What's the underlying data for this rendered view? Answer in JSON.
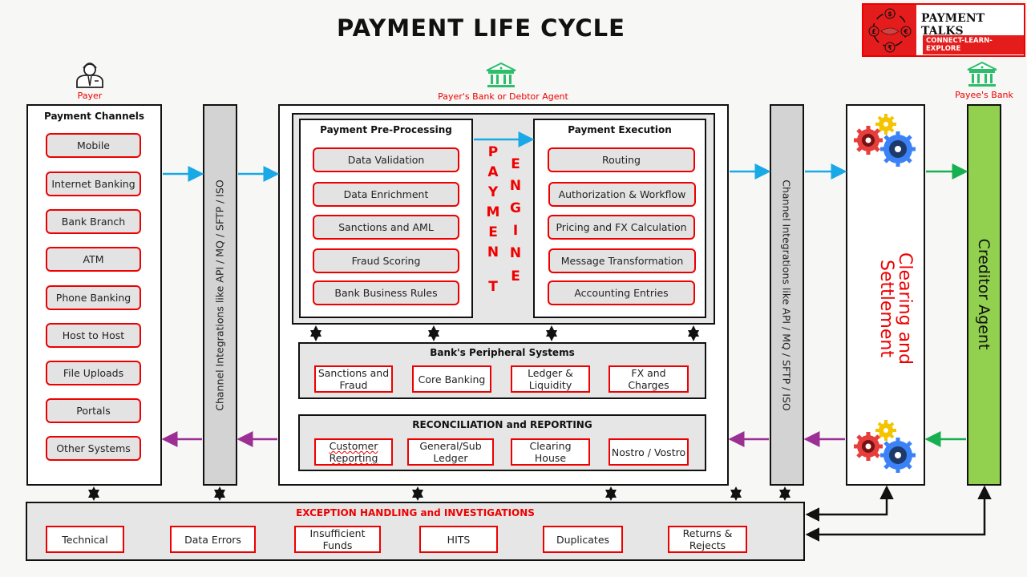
{
  "title": "PAYMENT LIFE CYCLE",
  "logo": {
    "name": "PAYMENT TALKS",
    "tagline": "CONNECT-LEARN-EXPLORE",
    "icon": "currency-cycle-handshake-icon"
  },
  "actors": {
    "payer": {
      "label": "Payer",
      "icon": "person-icon"
    },
    "payer_bank": {
      "label": "Payer's Bank or Debtor Agent",
      "icon": "bank-icon"
    },
    "payee_bank": {
      "label": "Payee's Bank",
      "icon": "bank-icon"
    }
  },
  "payment_channels": {
    "title": "Payment Channels",
    "items": [
      "Mobile",
      "Internet Banking",
      "Bank Branch",
      "ATM",
      "Phone Banking",
      "Host to Host",
      "File Uploads",
      "Portals",
      "Other Systems"
    ]
  },
  "channel_integration": {
    "left_label": "Channel Integrations like API / MQ / SFTP / ISO",
    "right_label": "Channel Integrations like API / MQ / SFTP / ISO"
  },
  "pre_processing": {
    "title": "Payment Pre-Processing",
    "items": [
      "Data Validation",
      "Data Enrichment",
      "Sanctions and AML",
      "Fraud Scoring",
      "Bank Business Rules"
    ]
  },
  "engine_label": {
    "word1": [
      "P",
      "A",
      "Y",
      "M",
      "E",
      "N",
      "T"
    ],
    "word2": [
      "E",
      "N",
      "G",
      "I",
      "N",
      "E"
    ]
  },
  "execution": {
    "title": "Payment Execution",
    "items": [
      "Routing",
      "Authorization & Workflow",
      "Pricing and FX Calculation",
      "Message Transformation",
      "Accounting Entries"
    ]
  },
  "peripheral": {
    "title": "Bank's Peripheral Systems",
    "items": [
      "Sanctions and Fraud",
      "Core Banking",
      "Ledger & Liquidity",
      "FX and Charges"
    ]
  },
  "reconciliation": {
    "title": "RECONCILIATION and REPORTING",
    "items": [
      "Customer Reporting",
      "General/Sub Ledger",
      "Clearing House",
      "Nostro / Vostro"
    ]
  },
  "clearing": {
    "label": "Clearing and Settlement",
    "icon": "gears-icon"
  },
  "creditor": {
    "label": "Creditor Agent"
  },
  "exceptions": {
    "title": "EXCEPTION HANDLING and INVESTIGATIONS",
    "items": [
      "Technical",
      "Data Errors",
      "Insufficient Funds",
      "HITS",
      "Duplicates",
      "Returns & Rejects"
    ]
  },
  "colors": {
    "accent_red": "#e00000",
    "flow_forward": "#19a9e6",
    "flow_return": "#9b2f94",
    "creditor_flow": "#16b050",
    "creditor_green": "#92d050",
    "bank_icon_green": "#2ebd6b"
  }
}
